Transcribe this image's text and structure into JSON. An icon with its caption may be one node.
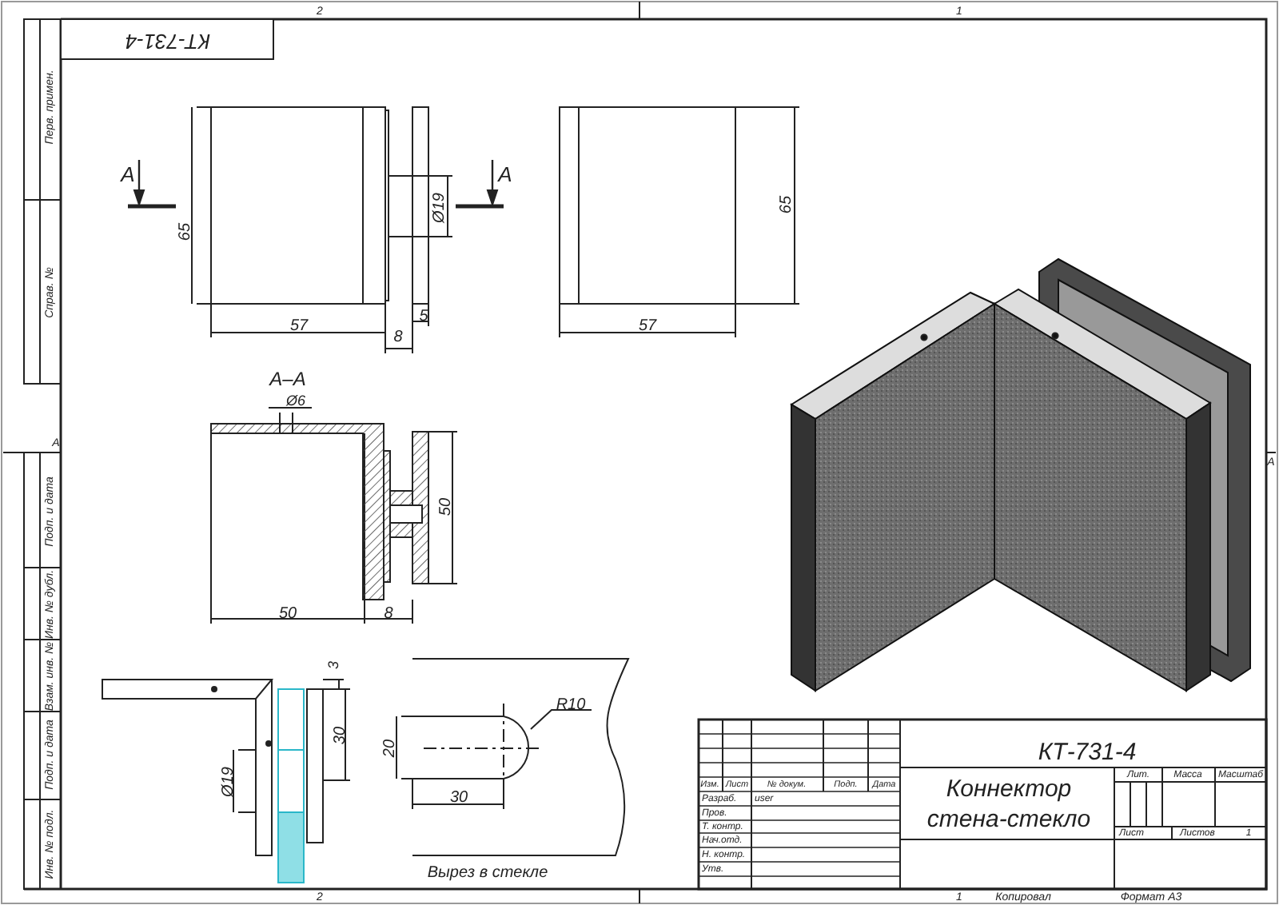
{
  "diagram": {
    "labels": [
      "2",
      "1",
      "КТ-731-4",
      "Перв. примен.",
      "Справ. №",
      "A",
      "A",
      "65",
      "Ø19",
      "57",
      "5",
      "8",
      "65",
      "57",
      "A",
      "A",
      "A–A",
      "Ø6",
      "50",
      "50",
      "8",
      "Подп. и дата",
      "Инв. № дубл.",
      "Взам. инв. №",
      "Подп. и дата",
      "Инв. № подл.",
      "3",
      "30",
      "Ø19",
      "R10",
      "20",
      "30",
      "Вырез в стекле",
      "КТ-731-4",
      "Изм.",
      "Лист",
      "№ докум.",
      "Подп.",
      "Дата",
      "Коннектор стена-стекло",
      "Лит.",
      "Масса",
      "Масштаб",
      "Разраб.",
      "user",
      "Пров.",
      "Т. контр.",
      "Лист",
      "Листов",
      "1",
      "Нач.отд.",
      "Н. контр.",
      "Утв.",
      "2",
      "1",
      "Копировал",
      "Формат А3"
    ]
  }
}
